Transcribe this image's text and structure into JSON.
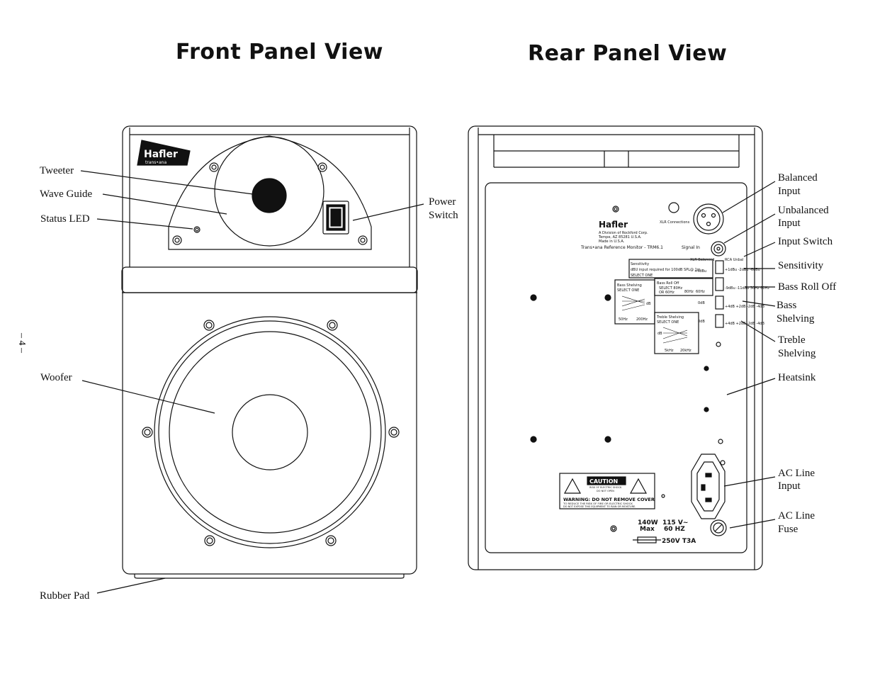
{
  "titles": {
    "front": "Front Panel View",
    "rear": "Rear Panel View"
  },
  "page_number": "– 4 –",
  "front_labels": {
    "tweeter": "Tweeter",
    "wave_guide": "Wave Guide",
    "status_led": "Status LED",
    "power_switch_1": "Power",
    "power_switch_2": "Switch",
    "woofer": "Woofer",
    "rubber_pad": "Rubber Pad"
  },
  "rear_labels": {
    "balanced_input_1": "Balanced",
    "balanced_input_2": "Input",
    "unbalanced_input_1": "Unbalanced",
    "unbalanced_input_2": "Input",
    "input_switch": "Input Switch",
    "sensitivity": "Sensitivity",
    "bass_roll_off": "Bass Roll Off",
    "bass_shelving_1": "Bass",
    "bass_shelving_2": "Shelving",
    "treble_shelving_1": "Treble",
    "treble_shelving_2": "Shelving",
    "heatsink": "Heatsink",
    "ac_line_input_1": "AC Line",
    "ac_line_input_2": "Input",
    "ac_line_fuse_1": "AC Line",
    "ac_line_fuse_2": "Fuse"
  },
  "front_panel": {
    "logo_brand": "Hafler",
    "logo_sub": "trans•ana"
  },
  "rear_panel": {
    "logo_brand": "Hafler",
    "company_1": "A Division of Rockford Corp.",
    "company_2": "Tempe, AZ 85281 U.S.A.",
    "company_3": "Made in U.S.A.",
    "model": "Trans•ana Reference Monitor - TRM6.1",
    "xlr_label": "XLR Connections",
    "signal_in": "Signal In",
    "xlr_balanced": "XLR Balanced",
    "rca_unbal": "RCA Unbal",
    "sensitivity_title": "Sensitivity",
    "sensitivity_desc": "dBU input required for 100dB SPL@ 1m",
    "select_one": "SELECT ONE",
    "sens_value": "+4dBu",
    "sens_opts": "+1dBu -2dBu -6dBu",
    "bass_roll_title": "Bass Roll Off",
    "bass_roll_select": "SELECT 80Hz",
    "bass_roll_or": "OR 60Hz",
    "roll_opts": "-9dBu -11dBu 30Hz 60Hz",
    "freq_80": "80Hz",
    "freq_60": "60Hz",
    "bass_shelving_title": "Bass Shelving",
    "bass_db": "dB",
    "bass_freq_1": "50Hz",
    "bass_freq_2": "200Hz",
    "bass_odb": "0dB",
    "bass_opts": "+4dB +2dB -2dB -4dB",
    "treble_shelving_title": "Treble Shelving",
    "treble_db": "dB",
    "treble_freq_1": "5kHz",
    "treble_freq_2": "20kHz",
    "treble_odb": "0dB",
    "treble_opts": "+4dB +2dB -2dB -4dB",
    "caution": "CAUTION",
    "caution_sub_1": "RISK OF ELECTRIC SHOCK",
    "caution_sub_2": "DO NOT OPEN",
    "warning": "WARNING:  DO NOT REMOVE COVER",
    "warning_sub_1": "TO REDUCE THE RISK OF FIRE OR ELECTRIC SHOCK",
    "warning_sub_2": "DO NOT EXPOSE THIS EQUIPMENT TO RAIN OR MOISTURE.",
    "power_1": "140W",
    "power_2": "Max",
    "voltage_1": "115 V~",
    "voltage_2": "60 HZ",
    "fuse_rating": "250V T3A"
  }
}
